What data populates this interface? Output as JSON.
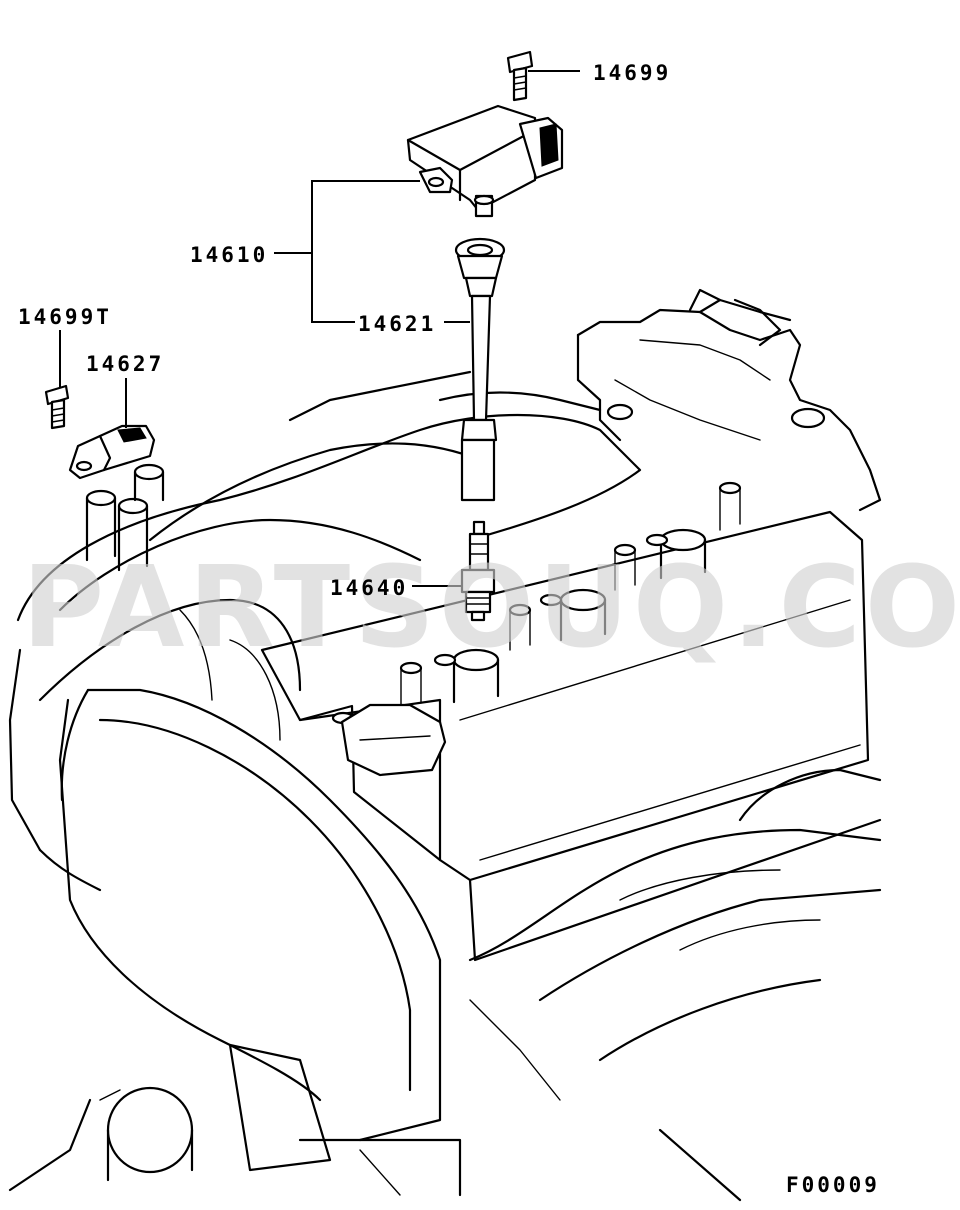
{
  "callouts": {
    "bolt": "14699",
    "coil_assembly": "14610",
    "boot": "14621",
    "spark_plug": "14640",
    "sensor_bolt": "14699T",
    "sensor": "14627"
  },
  "figure_code": "F00009",
  "watermark": "PARTSOUQ.COM"
}
